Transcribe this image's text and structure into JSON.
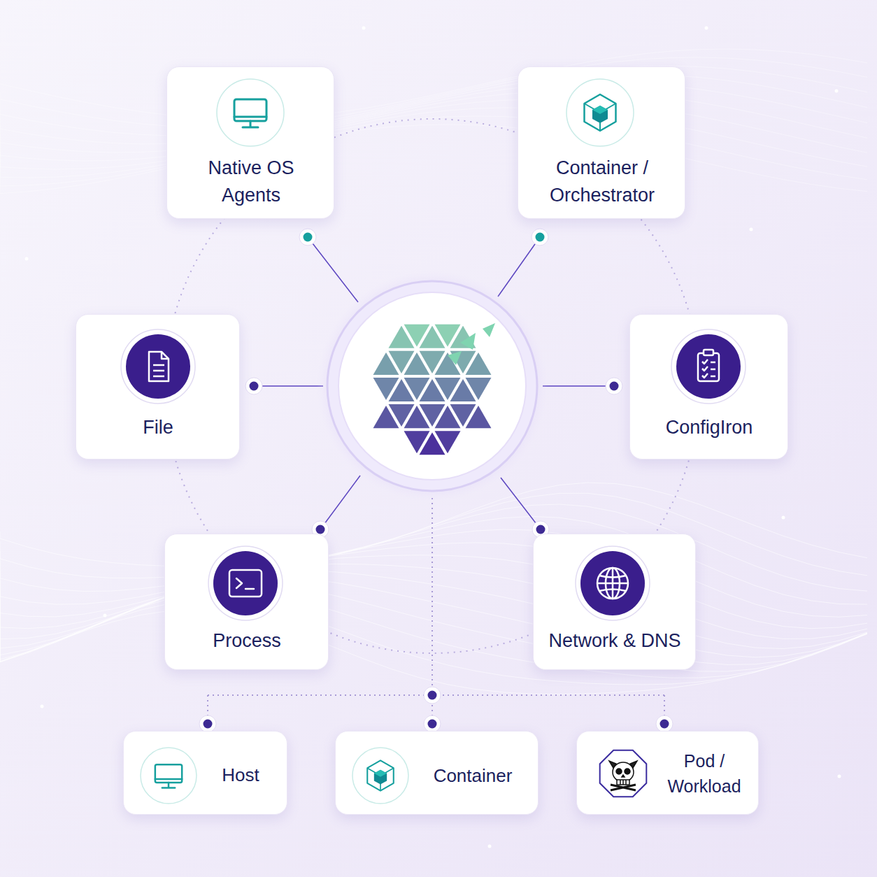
{
  "diagram": {
    "nodes": [
      {
        "text": [
          "Native OS Agents"
        ]
      },
      {
        "text": [
          "Container / Orchestrator"
        ]
      },
      {
        "text": [
          "File"
        ]
      },
      {
        "text": [
          "ConfigIron"
        ]
      },
      {
        "text": [
          "Process"
        ]
      },
      {
        "text": [
          "Network & DNS"
        ]
      },
      {
        "text": [
          "Host"
        ]
      },
      {
        "text": [
          "Container"
        ]
      },
      {
        "text": [
          "Pod / Workload"
        ]
      }
    ]
  }
}
